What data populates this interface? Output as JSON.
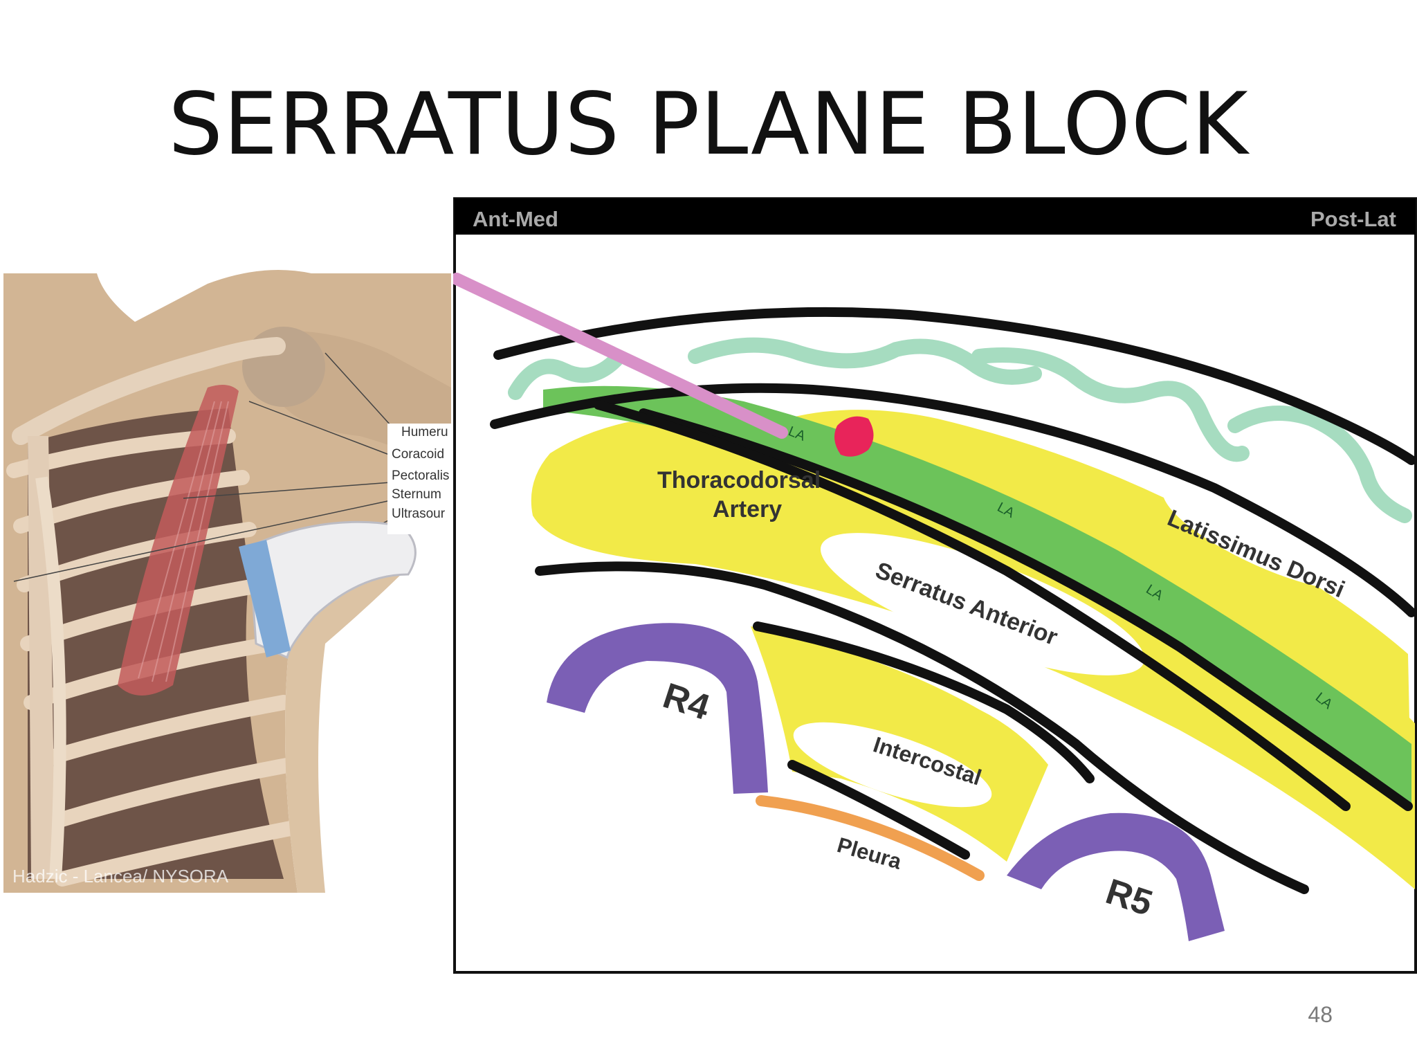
{
  "slide": {
    "title": "SERRATUS PLANE BLOCK",
    "page_number": "48"
  },
  "left_illustration": {
    "labels": [
      "Humeru",
      "Coracoid",
      "Pectoralis",
      "Sternum",
      "Ultrasour"
    ],
    "credit": "Hadzic - Lancea/ NYSORA"
  },
  "ultrasound_diagram": {
    "header_left": "Ant-Med",
    "header_right": "Post-Lat",
    "la_label": "LA",
    "thoracodorsal_artery": [
      "Thoracodorsal",
      "Artery"
    ],
    "latissimus_dorsi": "Latissimus Dorsi",
    "serratus_anterior": "Serratus Anterior",
    "intercostal": "Intercostal",
    "pleura": "Pleura",
    "rib_4": "R4",
    "rib_5": "R5"
  },
  "colors": {
    "muscle_fill": "#f2ea48",
    "local_anesthetic": "#6cc35a",
    "fascia_line": "#111111",
    "rib": "#7b5fb5",
    "pleura": "#f0a050",
    "needle": "#d890c8",
    "artery": "#e8245a",
    "skin_wave": "#a6dcc0",
    "header_bar": "#000000",
    "header_text": "#aaaaaa"
  }
}
